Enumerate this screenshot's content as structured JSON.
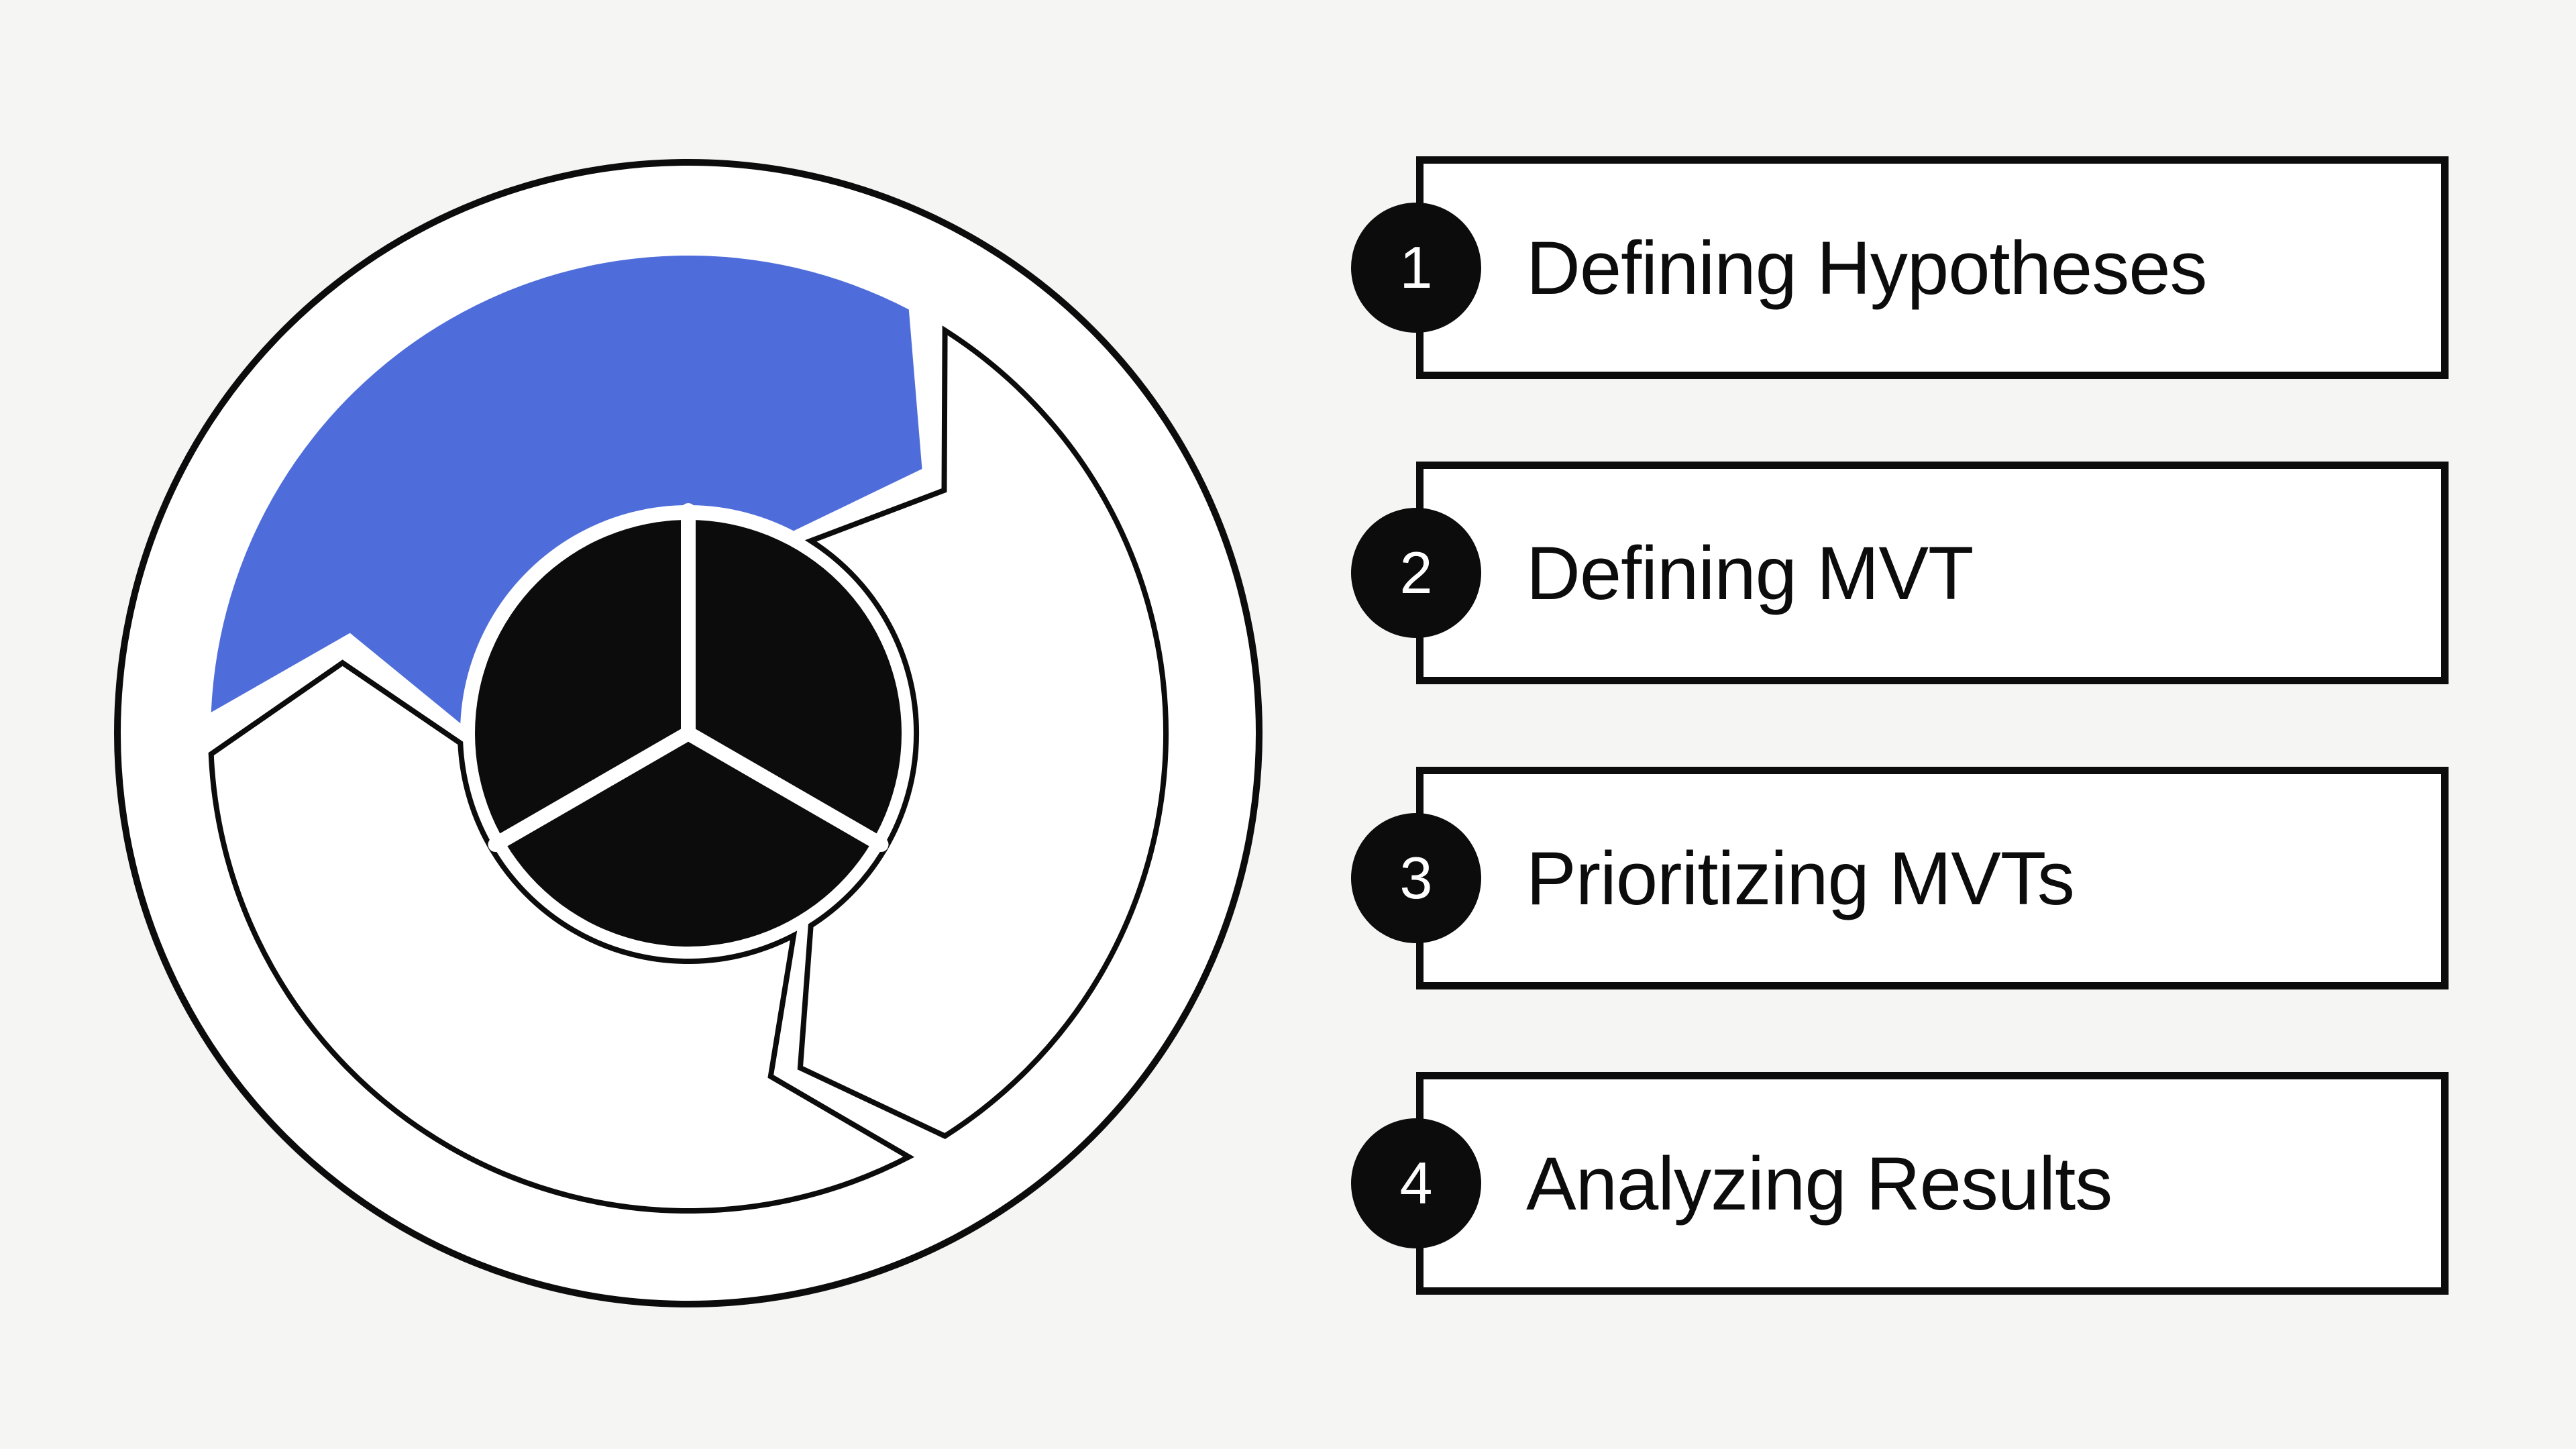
{
  "colors": {
    "background": "#f5f5f4",
    "accent": "#4f6dda",
    "ink": "#0c0c0c",
    "surface": "#ffffff"
  },
  "diagram": {
    "kind": "three-segment-cycle-wheel",
    "highlighted_segment": "top-left",
    "segments": [
      {
        "position": "top-left",
        "fill": "accent"
      },
      {
        "position": "right",
        "fill": "surface"
      },
      {
        "position": "bottom-left",
        "fill": "surface"
      }
    ],
    "hub": {
      "fill": "ink",
      "spoke_count": 3
    }
  },
  "steps": [
    {
      "number": "1",
      "label": "Defining Hypotheses"
    },
    {
      "number": "2",
      "label": "Defining MVT"
    },
    {
      "number": "3",
      "label": "Prioritizing MVTs"
    },
    {
      "number": "4",
      "label": "Analyzing Results"
    }
  ]
}
